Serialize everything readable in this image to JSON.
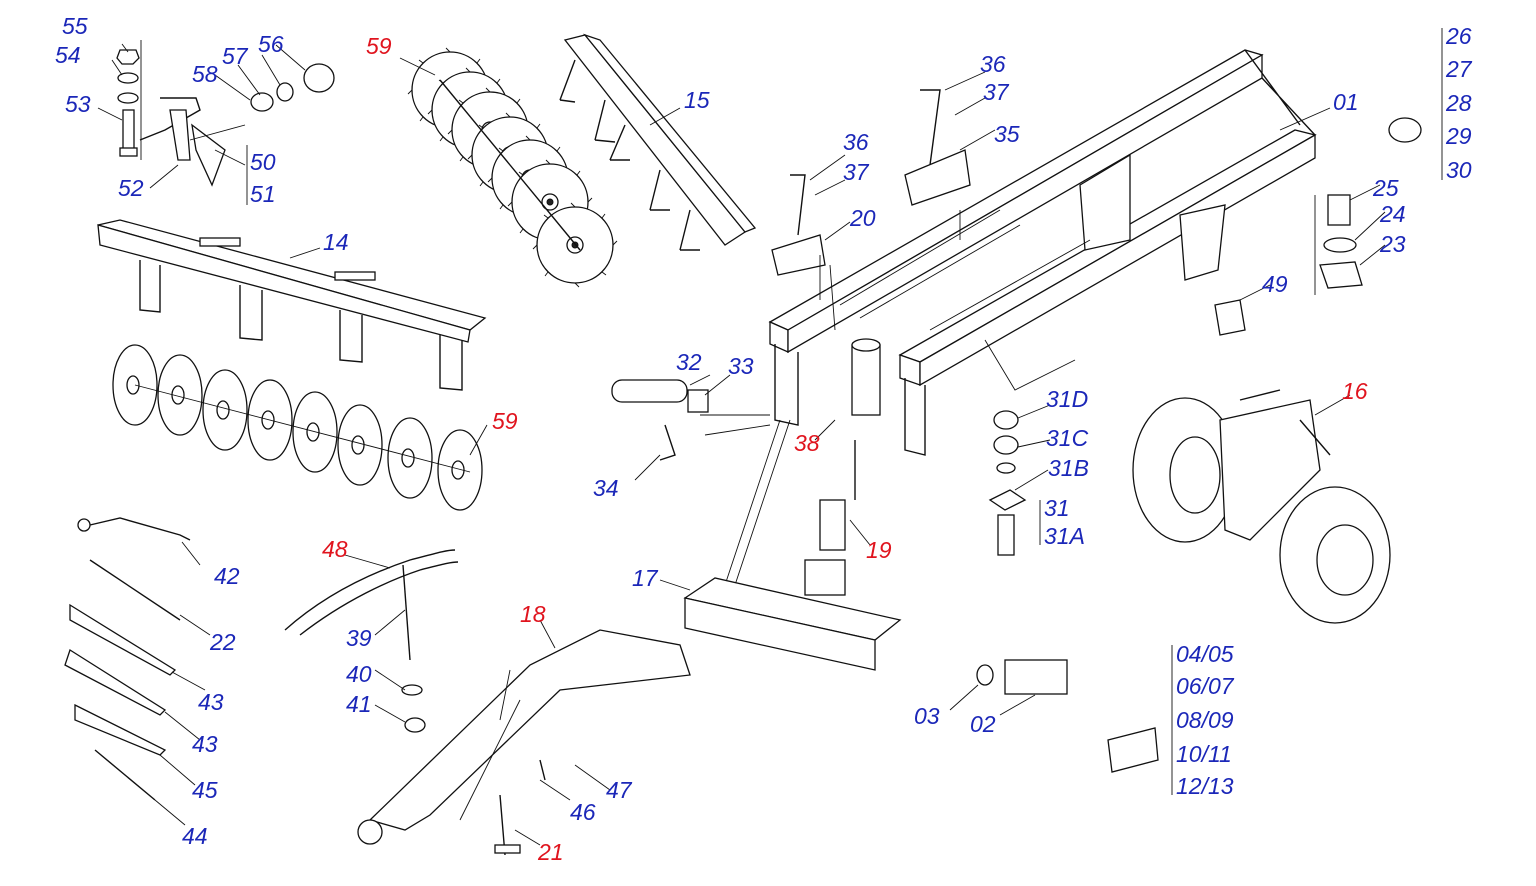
{
  "colors": {
    "blue": "#1b27b8",
    "red": "#e0141e",
    "line": "#111111"
  },
  "labels": {
    "l55": "55",
    "l54": "54",
    "l53": "53",
    "l56": "56",
    "l57": "57",
    "l58": "58",
    "l50": "50",
    "l51": "51",
    "l52": "52",
    "l59a": "59",
    "l15": "15",
    "l14": "14",
    "l59b": "59",
    "l36a": "36",
    "l37a": "37",
    "l35": "35",
    "l36b": "36",
    "l37b": "37",
    "l20": "20",
    "l01": "01",
    "l26": "26",
    "l27": "27",
    "l28": "28",
    "l29": "29",
    "l30": "30",
    "l25": "25",
    "l24": "24",
    "l23": "23",
    "l49": "49",
    "l32": "32",
    "l33": "33",
    "l34": "34",
    "l38": "38",
    "l31D": "31D",
    "l31C": "31C",
    "l31B": "31B",
    "l31": "31",
    "l31A": "31A",
    "l16": "16",
    "l19": "19",
    "l17": "17",
    "l42": "42",
    "l22": "22",
    "l43a": "43",
    "l43b": "43",
    "l45": "45",
    "l44": "44",
    "l48": "48",
    "l39": "39",
    "l40": "40",
    "l41": "41",
    "l18": "18",
    "l46": "46",
    "l47": "47",
    "l21": "21",
    "l03": "03",
    "l02": "02",
    "l0405": "04/05",
    "l0607": "06/07",
    "l0809": "08/09",
    "l1011": "10/11",
    "l1213": "12/13"
  }
}
